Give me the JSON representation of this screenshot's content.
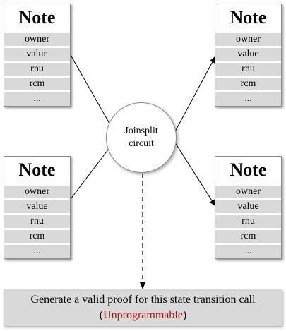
{
  "notes": [
    {
      "id": "top-left",
      "title": "Note",
      "fields": [
        "owner",
        "value",
        "rnu",
        "rcm",
        "..."
      ]
    },
    {
      "id": "bottom-left",
      "title": "Note",
      "fields": [
        "owner",
        "value",
        "rnu",
        "rcm",
        "..."
      ]
    },
    {
      "id": "top-right",
      "title": "Note",
      "fields": [
        "owner",
        "value",
        "rnu",
        "rcm",
        "..."
      ]
    },
    {
      "id": "bottom-right",
      "title": "Note",
      "fields": [
        "owner",
        "value",
        "rnu",
        "rcm",
        "..."
      ]
    }
  ],
  "circuit": {
    "line1": "Joinsplit",
    "line2": "circuit"
  },
  "proof": {
    "text": "Generate a valid proof for this state transition call",
    "open_paren": "(",
    "highlight": "Unprogrammable",
    "close_paren": ")",
    "highlight_color": "#e00000"
  }
}
